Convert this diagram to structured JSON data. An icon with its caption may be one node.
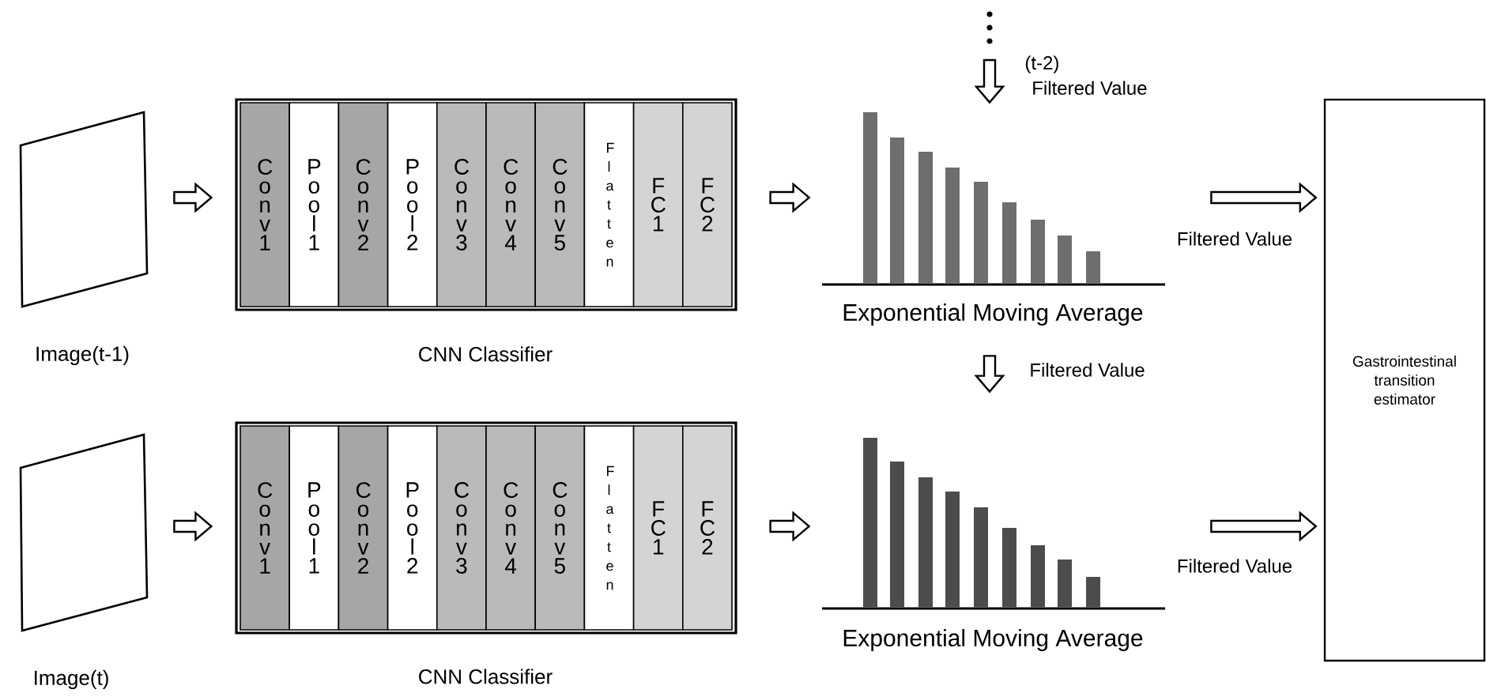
{
  "diagram": {
    "nodes": [
      {
        "text": [],
        "shape": "box",
        "beside": [
          "Image(t-1)"
        ]
      },
      {
        "text": [
          "CNN Classifier"
        ]
      },
      {
        "text": [
          "C o n v 1"
        ],
        "in": 1
      },
      {
        "text": [
          "P o o l 1"
        ],
        "in": 1
      },
      {
        "text": [
          "C o n v 2"
        ],
        "in": 1
      },
      {
        "text": [
          "P o o l 2"
        ],
        "in": 1
      },
      {
        "text": [
          "C o n v 3"
        ],
        "in": 1
      },
      {
        "text": [
          "C o n v 4"
        ],
        "in": 1
      },
      {
        "text": [
          "C o n v 5"
        ],
        "in": 1
      },
      {
        "text": [
          "F l a t t e n"
        ],
        "in": 1
      },
      {
        "text": [
          "F C 1"
        ],
        "in": 1
      },
      {
        "text": [
          "F C 2"
        ],
        "in": 1
      },
      {
        "text": [
          "Exponential Moving Average"
        ]
      },
      {
        "text": [],
        "shape": "box",
        "beside": [
          "Image(t)"
        ]
      },
      {
        "text": [
          "CNN Classifier"
        ]
      },
      {
        "text": [
          "C o n v 1"
        ],
        "in": 14
      },
      {
        "text": [
          "P o o l 1"
        ],
        "in": 14
      },
      {
        "text": [
          "C o n v 2"
        ],
        "in": 14
      },
      {
        "text": [
          "P o o l 2"
        ],
        "in": 14
      },
      {
        "text": [
          "C o n v 3"
        ],
        "in": 14
      },
      {
        "text": [
          "C o n v 4"
        ],
        "in": 14
      },
      {
        "text": [
          "C o n v 5"
        ],
        "in": 14
      },
      {
        "text": [
          "F l a t t e n"
        ],
        "in": 14
      },
      {
        "text": [
          "F C 1"
        ],
        "in": 14
      },
      {
        "text": [
          "F C 2"
        ],
        "in": 14
      },
      {
        "text": [
          "Exponential Moving Average"
        ]
      },
      {
        "text": [
          "Gastrointestinal transition estimator"
        ]
      }
    ],
    "edges": [
      {
        "from": 0,
        "to": 1,
        "arrow": "to"
      },
      {
        "from": 1,
        "to": 12,
        "arrow": "to"
      },
      {
        "from": null,
        "to": 12,
        "arrow": "to",
        "label": "(t-2) Filtered Value"
      },
      {
        "from": 12,
        "to": 26,
        "arrow": "to",
        "label": "Filtered Value"
      },
      {
        "from": 12,
        "to": 25,
        "arrow": "to",
        "label": "Filtered Value"
      },
      {
        "from": 13,
        "to": 14,
        "arrow": "to"
      },
      {
        "from": 14,
        "to": 25,
        "arrow": "to"
      },
      {
        "from": 25,
        "to": 26,
        "arrow": "to",
        "label": "Filtered Value"
      }
    ]
  }
}
